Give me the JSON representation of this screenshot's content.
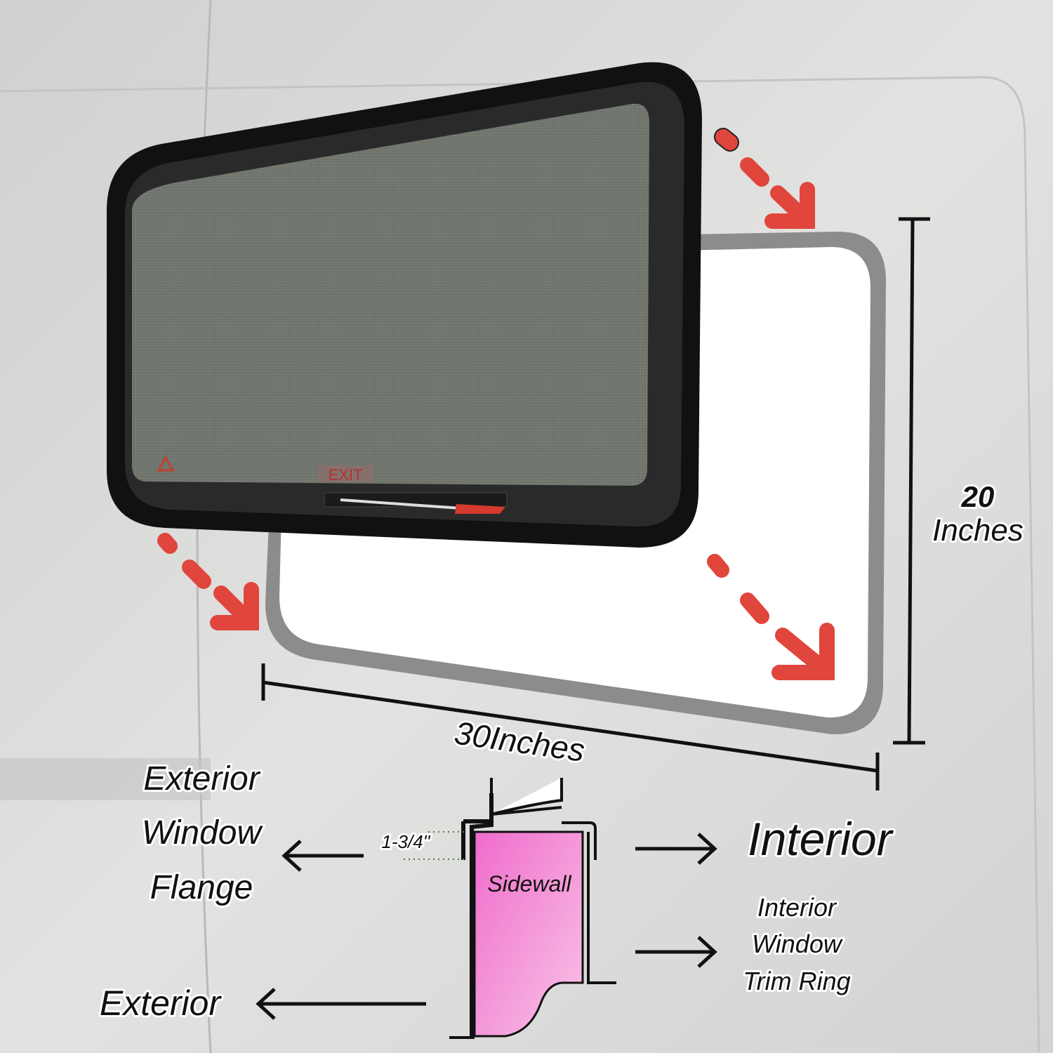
{
  "colors": {
    "van_body": "#dcdcda",
    "arrow_red": "#e0463c",
    "sidewall_pink": "#f07ccc",
    "window_frame": "#111111",
    "glass_tint": "#6f756e"
  },
  "window": {
    "exit_label": "EXIT"
  },
  "dimensions": {
    "height_value": "20",
    "height_unit": "Inches",
    "width_label": "30Inches"
  },
  "diagram": {
    "exterior_flange_line1": "Exterior",
    "exterior_flange_line2": "Window",
    "exterior_flange_line3": "Flange",
    "flange_measure": "1-3/4''",
    "sidewall": "Sidewall",
    "interior": "Interior",
    "trim_ring_line1": "Interior",
    "trim_ring_line2": "Window",
    "trim_ring_line3": "Trim Ring",
    "exterior": "Exterior"
  }
}
